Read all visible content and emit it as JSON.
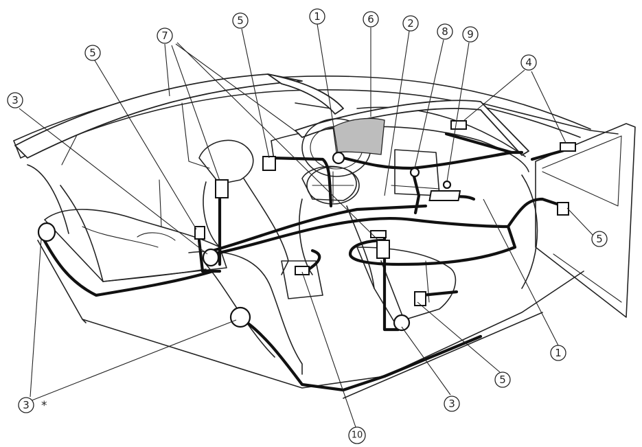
{
  "callouts": [
    {
      "id": "c1a",
      "label": "1"
    },
    {
      "id": "c1b",
      "label": "1"
    },
    {
      "id": "c2",
      "label": "2"
    },
    {
      "id": "c3a",
      "label": "3"
    },
    {
      "id": "c3b",
      "label": "3"
    },
    {
      "id": "c3c",
      "label": "3"
    },
    {
      "id": "c4",
      "label": "4"
    },
    {
      "id": "c5a",
      "label": "5"
    },
    {
      "id": "c5b",
      "label": "5"
    },
    {
      "id": "c5c",
      "label": "5"
    },
    {
      "id": "c5d",
      "label": "5"
    },
    {
      "id": "c6",
      "label": "6"
    },
    {
      "id": "c7",
      "label": "7"
    },
    {
      "id": "c8",
      "label": "8"
    },
    {
      "id": "c9",
      "label": "9"
    },
    {
      "id": "c10",
      "label": "10"
    }
  ],
  "note_marker": "*"
}
